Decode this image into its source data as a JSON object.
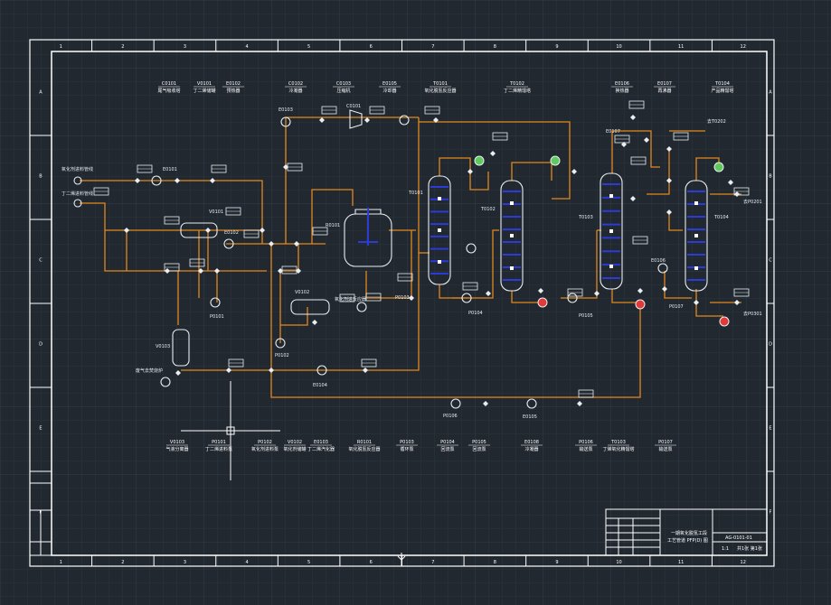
{
  "colors": {
    "background": "#212830",
    "grid": "#2d3640",
    "frame": "#ffffff",
    "pipe": "#e2871e",
    "tray": "#2c3ad6",
    "equipment": "#e9eef2",
    "valve_red": "#e03a3a",
    "valve_green": "#5fc85f"
  },
  "frame": {
    "col_numbers": [
      "1",
      "2",
      "3",
      "4",
      "5",
      "6",
      "7",
      "8",
      "9",
      "10",
      "11",
      "12"
    ],
    "row_letters": [
      "A",
      "B",
      "C",
      "D",
      "E",
      "F"
    ]
  },
  "header_labels": [
    {
      "tag": "C0101",
      "desc": "尾气吸收塔"
    },
    {
      "tag": "V0101",
      "desc": "丁二烯储罐"
    },
    {
      "tag": "E0102",
      "desc": "预热器"
    },
    {
      "tag": "C0102",
      "desc": "冷凝器"
    },
    {
      "tag": "C0103",
      "desc": "压缩机"
    },
    {
      "tag": "E0105",
      "desc": "冷却器"
    },
    {
      "tag": "T0101",
      "desc": "氧化脱氢反应器"
    },
    {
      "tag": "T0102",
      "desc": "丁二烯精馏塔"
    },
    {
      "tag": "E0106",
      "desc": "换热器"
    },
    {
      "tag": "E0107",
      "desc": "再沸器"
    },
    {
      "tag": "T0104",
      "desc": "产品精馏塔"
    }
  ],
  "footer_labels": [
    {
      "tag": "V0103",
      "desc": "气液分离器"
    },
    {
      "tag": "P0101",
      "desc": "丁二烯进料泵"
    },
    {
      "tag": "P0102",
      "desc": "氧化剂进料泵"
    },
    {
      "tag": "V0102",
      "desc": "氧化剂储罐"
    },
    {
      "tag": "E0103",
      "desc": "丁二烯汽化器"
    },
    {
      "tag": "R0101",
      "desc": "氧化脱氢反应器"
    },
    {
      "tag": "P0103",
      "desc": "循环泵"
    },
    {
      "tag": "P0104",
      "desc": "回流泵"
    },
    {
      "tag": "P0105",
      "desc": "回流泵"
    },
    {
      "tag": "E0108",
      "desc": "冷凝器"
    },
    {
      "tag": "P0106",
      "desc": "输送泵"
    },
    {
      "tag": "T0103",
      "desc": "丁烯氧化精馏塔"
    },
    {
      "tag": "P0107",
      "desc": "输送泵"
    }
  ],
  "streams": {
    "inlet_1": "氧化剂进料管线",
    "inlet_2": "丁二烯进料管线",
    "outlet_1": "去P0201",
    "outlet_2": "去P0301",
    "outlet_top": "去T0202",
    "to_waste": "废气去焚烧炉",
    "to_reactor": "氧化剂进反应器"
  },
  "equipment_tags": {
    "columns": [
      "T0101",
      "T0102",
      "T0103",
      "T0104"
    ],
    "reactor": "R0101",
    "compressor": "C0101",
    "drum_1": "V0101",
    "drum_2": "V0102",
    "drum_3": "V0103",
    "pumps": [
      "P0101",
      "P0102",
      "P0103",
      "P0104",
      "P0105",
      "P0106",
      "P0107"
    ],
    "exchangers": [
      "E0101",
      "E0102",
      "E0103",
      "E0104",
      "E0105",
      "E0106",
      "E0107"
    ]
  },
  "title_block": {
    "title_line1": "一期氧化脱氢工段",
    "title_line2": "工艺管道 PFP(D) 图",
    "drawing_no": "AG-0101-01",
    "scale": "1:1",
    "sheet": "共1张 第1张"
  }
}
